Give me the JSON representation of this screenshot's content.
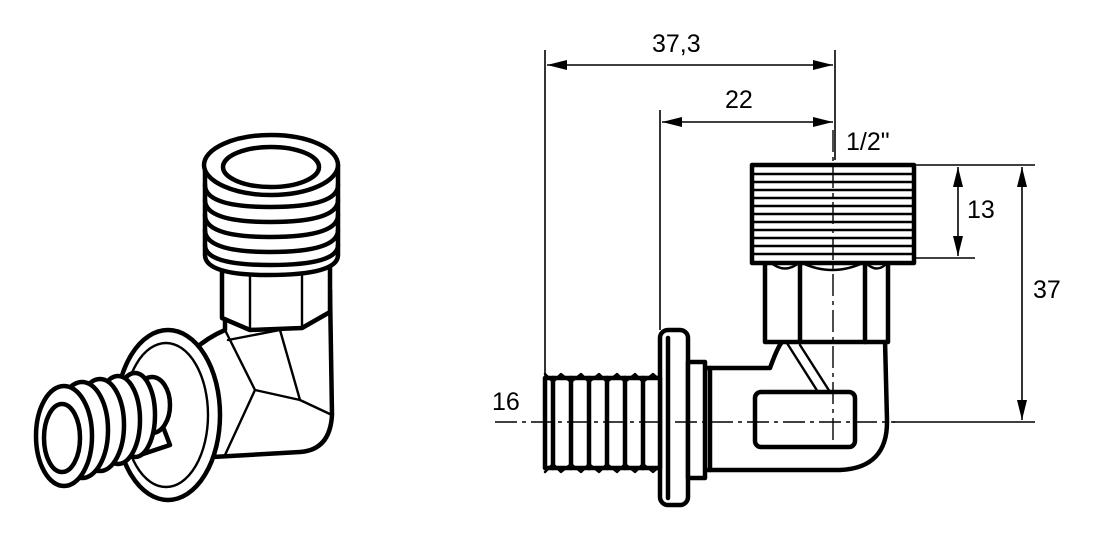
{
  "dimensions": {
    "overall_length": "37,3",
    "inner_length": "22",
    "thread_size": "1/2\"",
    "thread_length": "13",
    "overall_height": "37",
    "pipe_diameter": "16"
  }
}
